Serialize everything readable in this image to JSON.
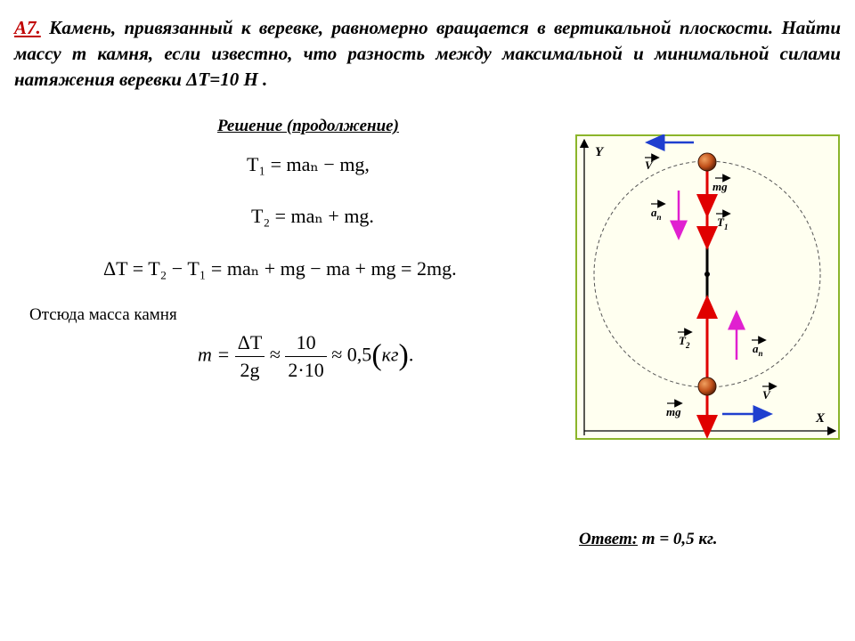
{
  "problem": {
    "number": "А7.",
    "text": " Камень, привязанный к веревке, равномерно вращается в вертикальной плоскости. Найти массу m камня, если известно, что разность между максимальной и минимальной силами натяжения веревки ΔT=10 Н ."
  },
  "solution": {
    "title": "Решение (продолжение)",
    "eq1": "T₁ = maₙ − mg,",
    "eq2": "T₂ = maₙ + mg.",
    "eq3": "ΔT = T₂ − T₁ = maₙ + mg − ma + mg = 2mg.",
    "hence_text": "Отсюда масса камня",
    "eq4_lhs": "m =",
    "eq4_frac1_num": "ΔT",
    "eq4_frac1_den": "2g",
    "eq4_approx1": "≈",
    "eq4_frac2_num": "10",
    "eq4_frac2_den": "2·10",
    "eq4_approx2": "≈ 0,5",
    "eq4_unit": "кг",
    "eq4_end": "."
  },
  "answer": {
    "label": "Ответ:",
    "value": " m = 0,5 кг."
  },
  "figure": {
    "axis_y": "Y",
    "axis_x": "X",
    "label_v_top": "V",
    "label_v_bottom": "V",
    "label_mg_top": "mg",
    "label_mg_bottom": "mg",
    "label_an_top": "a",
    "label_an_top_sub": "n",
    "label_an_bottom": "a",
    "label_an_bottom_sub": "n",
    "label_t1": "T",
    "label_t1_sub": "1",
    "label_t2": "T",
    "label_t2_sub": "2",
    "colors": {
      "background": "#fffff0",
      "border": "#8bb52a",
      "rope": "#000000",
      "force": "#e00000",
      "velocity": "#1f3fcf",
      "acceleration": "#e020d0",
      "stone": "#c0501a"
    }
  }
}
